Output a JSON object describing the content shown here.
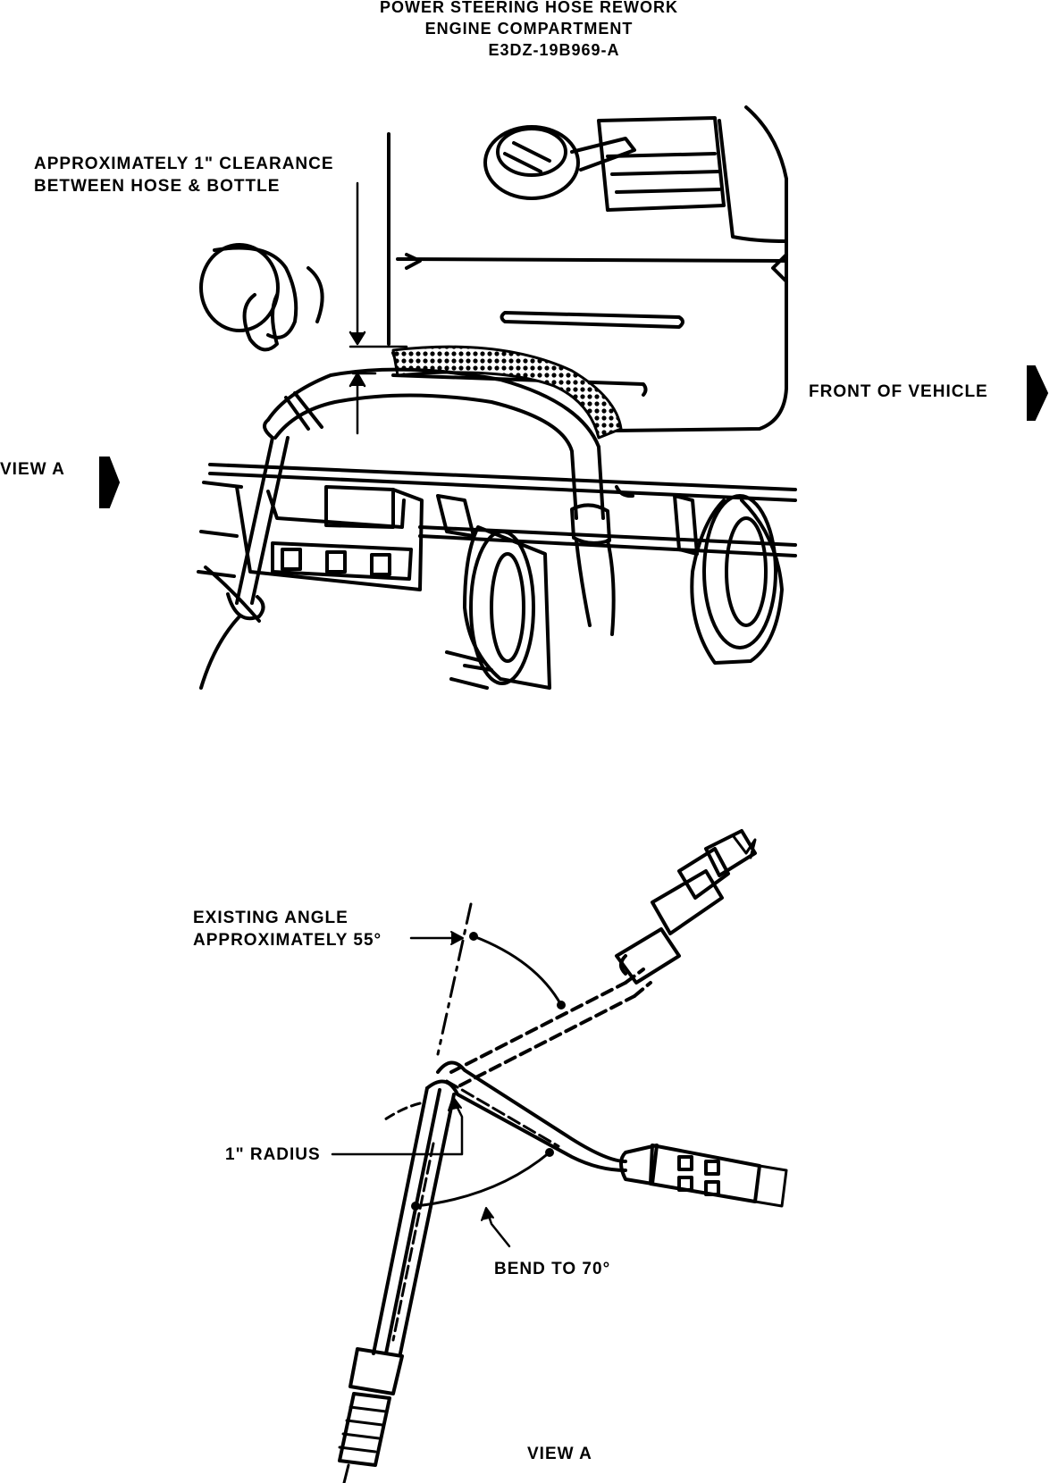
{
  "title": {
    "line1": "POWER STEERING HOSE REWORK",
    "line2": "ENGINE COMPARTMENT",
    "line3": "E3DZ-19B969-A"
  },
  "labels": {
    "clearance_line1": "APPROXIMATELY 1\" CLEARANCE",
    "clearance_line2": "BETWEEN HOSE & BOTTLE",
    "front_of_vehicle": "FRONT OF VEHICLE",
    "view_a_pointer": "VIEW A",
    "existing_angle_line1": "EXISTING ANGLE",
    "existing_angle_line2": "APPROXIMATELY 55°",
    "radius": "1\" RADIUS",
    "bend": "BEND TO 70°",
    "view_a_caption": "VIEW A"
  },
  "colors": {
    "ink": "#000000",
    "paper": "#ffffff"
  }
}
